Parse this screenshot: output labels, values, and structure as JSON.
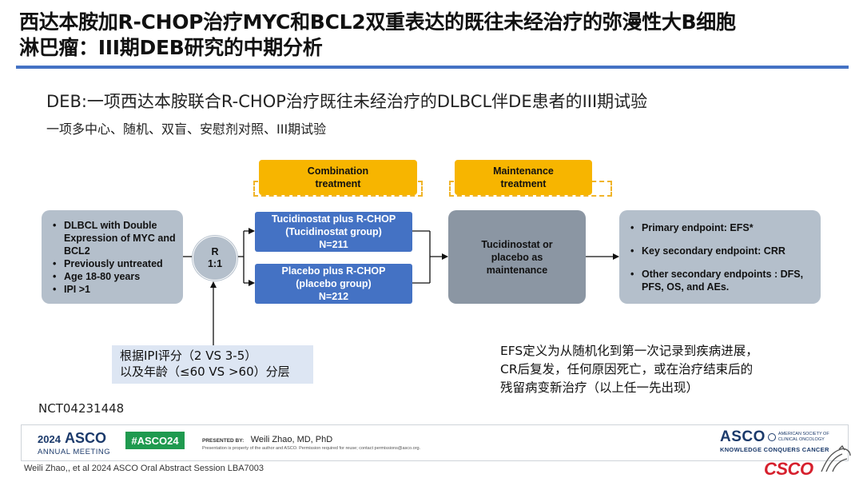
{
  "title": {
    "line1": "西达本胺加R-CHOP治疗MYC和BCL2双重表达的既往未经治疗的弥漫性大B细胞",
    "line2": "淋巴瘤：III期DEB研究的中期分析"
  },
  "heading": "DEB:一项西达本胺联合R-CHOP治疗既往未经治疗的DLBCL伴DE患者的III期试验",
  "subheading": "一项多中心、随机、双盲、安慰剂对照、III期试验",
  "phases": {
    "combination": [
      "Combination",
      "treatment"
    ],
    "maintenance": [
      "Maintenance",
      "treatment"
    ]
  },
  "eligibility": [
    "DLBCL with Double Expression of MYC and BCL2",
    "Previously untreated",
    "Age 18-80 years",
    "IPI >1"
  ],
  "randomization": [
    "R",
    "1:1"
  ],
  "arms": [
    {
      "lines": [
        "Tucidinostat plus R-CHOP",
        "(Tucidinostat group)",
        "N=211"
      ]
    },
    {
      "lines": [
        "Placebo plus R-CHOP",
        "(placebo group)",
        "N=212"
      ]
    }
  ],
  "maintenance_box": [
    "Tucidinostat or",
    "placebo as",
    "maintenance"
  ],
  "endpoints": [
    "Primary endpoint: EFS*",
    "Key secondary endpoint: CRR",
    "Other secondary endpoints : DFS, PFS, OS, and AEs."
  ],
  "stratification": [
    "根据IPI评分（2 VS 3-5）",
    "以及年龄（≤60 VS >60）分层"
  ],
  "efs_definition": [
    "EFS定义为从随机化到第一次记录到疾病进展，",
    "CR后复发，任何原因死亡，或在治疗结束后的",
    "残留病变新治疗（以上任一先出现）"
  ],
  "nct": "NCT04231448",
  "footer": {
    "year": "2024",
    "asco": "ASCO",
    "annual_meeting": "ANNUAL MEETING",
    "hashtag": "#ASCO24",
    "presented_by": "PRESENTED BY:",
    "presenter": "Weili Zhao, MD, PhD",
    "disclaimer": "Presentation is property of the author and ASCO. Permission required for reuse; contact permissions@asco.org.",
    "asco_logo": "ASCO",
    "society_line1": "AMERICAN SOCIETY OF",
    "society_line2": "CLINICAL ONCOLOGY",
    "tagline": "KNOWLEDGE CONQUERS CANCER"
  },
  "citation": "Weili Zhao,, et al 2024 ASCO  Oral Abstract Session LBA7003",
  "csco": "CSCO",
  "colors": {
    "accent_blue": "#4472c4",
    "phase_yellow": "#f7b500",
    "box_grey": "#b4bfcb",
    "box_dark": "#8b96a3",
    "hashtag_green": "#1f9a4f",
    "csco_red": "#d6202d"
  }
}
